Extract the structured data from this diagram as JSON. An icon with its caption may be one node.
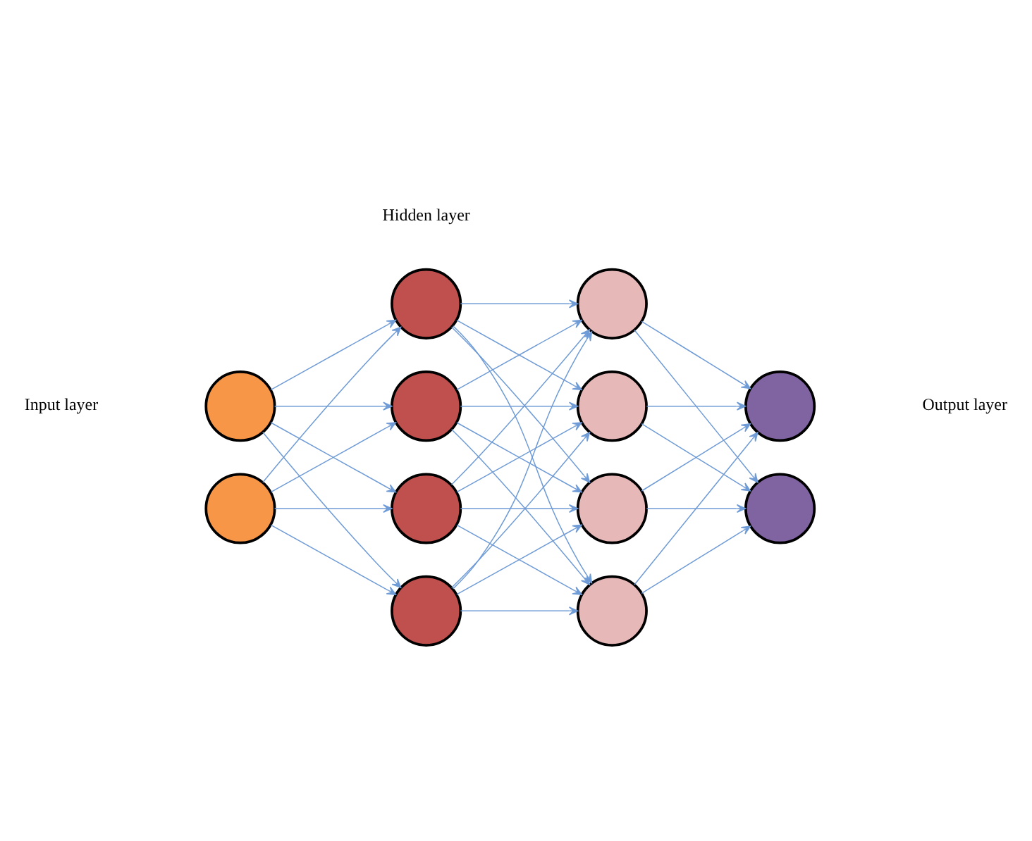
{
  "diagram": {
    "nodes": [
      {
        "text": [],
        "shape": "circle"
      },
      {
        "text": [],
        "shape": "circle"
      },
      {
        "text": [],
        "shape": "circle"
      },
      {
        "text": [],
        "shape": "circle"
      },
      {
        "text": [],
        "shape": "circle"
      },
      {
        "text": [],
        "shape": "circle"
      },
      {
        "text": [],
        "shape": "circle"
      },
      {
        "text": [],
        "shape": "circle"
      },
      {
        "text": [],
        "shape": "circle"
      },
      {
        "text": [],
        "shape": "circle"
      },
      {
        "text": [],
        "shape": "circle"
      },
      {
        "text": [],
        "shape": "circle"
      }
    ],
    "edges": [
      {
        "from": 0,
        "to": 2,
        "arrow": "to"
      },
      {
        "from": 0,
        "to": 3,
        "arrow": "to"
      },
      {
        "from": 0,
        "to": 4,
        "arrow": "to"
      },
      {
        "from": 0,
        "to": 5,
        "arrow": "to"
      },
      {
        "from": 1,
        "to": 2,
        "arrow": "to"
      },
      {
        "from": 1,
        "to": 3,
        "arrow": "to"
      },
      {
        "from": 1,
        "to": 4,
        "arrow": "to"
      },
      {
        "from": 1,
        "to": 5,
        "arrow": "to"
      },
      {
        "from": 2,
        "to": 6,
        "arrow": "to"
      },
      {
        "from": 2,
        "to": 7,
        "arrow": "to"
      },
      {
        "from": 2,
        "to": 8,
        "arrow": "to"
      },
      {
        "from": 2,
        "to": 9,
        "arrow": "to"
      },
      {
        "from": 3,
        "to": 6,
        "arrow": "to"
      },
      {
        "from": 3,
        "to": 7,
        "arrow": "to"
      },
      {
        "from": 3,
        "to": 8,
        "arrow": "to"
      },
      {
        "from": 3,
        "to": 9,
        "arrow": "to"
      },
      {
        "from": 4,
        "to": 6,
        "arrow": "to"
      },
      {
        "from": 4,
        "to": 7,
        "arrow": "to"
      },
      {
        "from": 4,
        "to": 8,
        "arrow": "to"
      },
      {
        "from": 4,
        "to": 9,
        "arrow": "to"
      },
      {
        "from": 5,
        "to": 6,
        "arrow": "to"
      },
      {
        "from": 5,
        "to": 7,
        "arrow": "to"
      },
      {
        "from": 5,
        "to": 8,
        "arrow": "to"
      },
      {
        "from": 5,
        "to": 9,
        "arrow": "to"
      },
      {
        "from": 6,
        "to": 10,
        "arrow": "to"
      },
      {
        "from": 6,
        "to": 11,
        "arrow": "to"
      },
      {
        "from": 7,
        "to": 10,
        "arrow": "to"
      },
      {
        "from": 7,
        "to": 11,
        "arrow": "to"
      },
      {
        "from": 8,
        "to": 10,
        "arrow": "to"
      },
      {
        "from": 8,
        "to": 11,
        "arrow": "to"
      },
      {
        "from": 9,
        "to": 10,
        "arrow": "to"
      },
      {
        "from": 9,
        "to": 11,
        "arrow": "to"
      }
    ],
    "labels": [
      "Hidden layer",
      "Input layer",
      "Output layer"
    ]
  }
}
